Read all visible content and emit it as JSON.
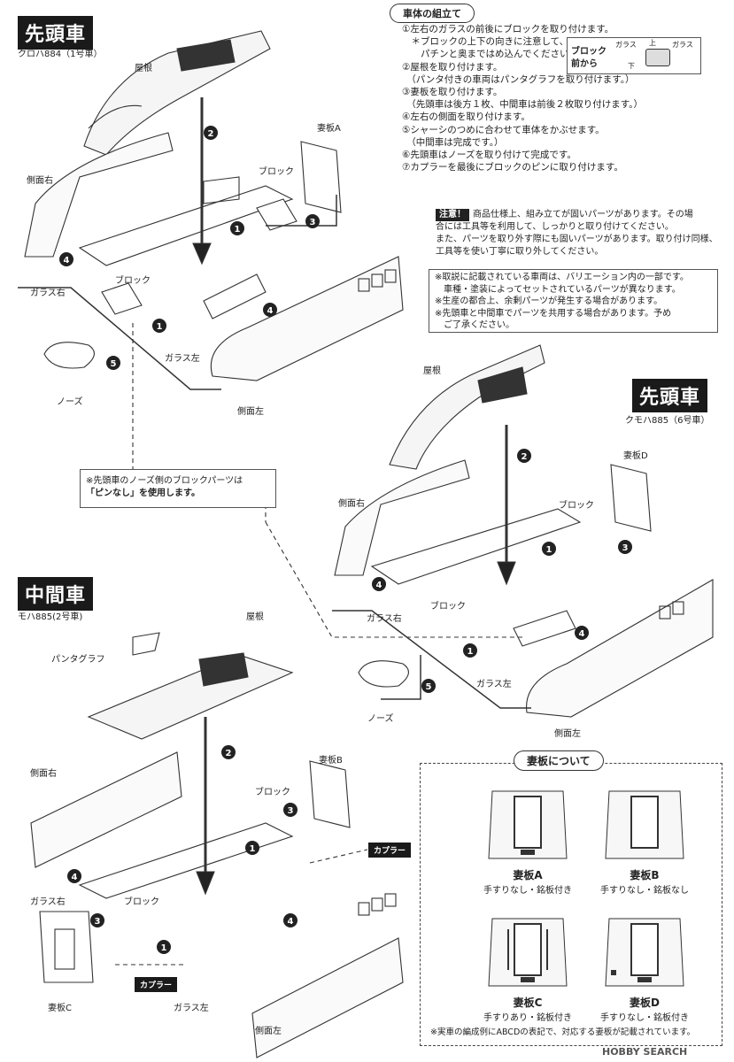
{
  "lead_car_a": {
    "tag": "先頭車",
    "sub": "クロハ884（1号車）"
  },
  "lead_car_b": {
    "tag": "先頭車",
    "sub": "クモハ885（6号車）"
  },
  "middle_car": {
    "tag": "中間車",
    "sub": "モハ885(2号車)"
  },
  "assembly": {
    "title": "車体の組立て",
    "steps": [
      "①左右のガラスの前後にブロックを取り付けます。",
      "　＊ブロックの上下の向きに注意して、",
      "　　パチンと奥まではめ込んでください。",
      "②屋根を取り付けます。",
      "　（パンタ付きの車両はパンタグラフを取り付けます。）",
      "③妻板を取り付けます。",
      "　（先頭車は後方１枚、中間車は前後２枚取り付けます。）",
      "④左右の側面を取り付けます。",
      "⑤シャーシのつめに合わせて車体をかぶせます。",
      "　（中間車は完成です。）",
      "⑥先頭車はノーズを取り付けて完成です。",
      "⑦カプラーを最後にブロックのピンに取り付けます。"
    ],
    "block_hint": {
      "label1": "ブロック",
      "label2": "前から",
      "glass": "ガラス",
      "up": "上",
      "down": "下"
    }
  },
  "caution": {
    "badge": "注意！",
    "lines": [
      "商品仕様上、組み立てが固いパーツがあります。その場",
      "合には工具等を利用して、しっかりと取り付けてください。",
      "また、パーツを取り外す際にも固いパーツがあります。取り付け同様、",
      "工具等を使い丁寧に取り外してください。"
    ]
  },
  "remarks": [
    "※取説に記載されている車両は、バリエーション内の一部です。",
    "　車種・塗装によってセットされているパーツが異なります。",
    "※生産の都合上、余剰パーツが発生する場合があります。",
    "※先頭車と中間車でパーツを共用する場合があります。予め",
    "　ご了承ください。"
  ],
  "nose_note": [
    "※先頭車のノーズ側のブロックパーツは",
    "「ピンなし」を使用します。"
  ],
  "labels": {
    "roof": "屋根",
    "side_right": "側面右",
    "side_left": "側面左",
    "glass_right": "ガラス右",
    "glass_left": "ガラス左",
    "block": "ブロック",
    "nose": "ノーズ",
    "end_a": "妻板A",
    "end_b": "妻板B",
    "end_c": "妻板C",
    "end_d": "妻板D",
    "pantograph": "パンタグラフ",
    "coupler": "カプラー"
  },
  "end_boards": {
    "title": "妻板について",
    "items": [
      {
        "name": "妻板A",
        "desc": "手すりなし・銘板付き"
      },
      {
        "name": "妻板B",
        "desc": "手すりなし・銘板なし"
      },
      {
        "name": "妻板C",
        "desc": "手すりあり・銘板付き"
      },
      {
        "name": "妻板D",
        "desc": "手すりなし・銘板付き"
      }
    ],
    "footnote": "※実車の編成例にABCDの表記で、対応する妻板が記載されています。"
  },
  "watermark": "HOBBY SEARCH"
}
